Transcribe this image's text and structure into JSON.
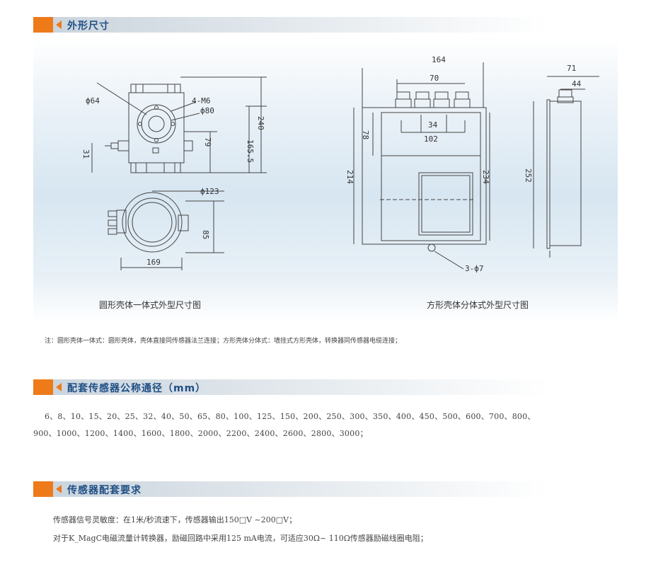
{
  "sections": {
    "dimensions_title": "外形尺寸",
    "diameter_title": "配套传感器公称通径（mm）",
    "requirements_title": "传感器配套要求"
  },
  "drawing": {
    "round": {
      "labels": {
        "d64": "ф64",
        "m6": "4-M6",
        "d80": "ф80",
        "h1655": "165.5",
        "h240": "240",
        "h79": "79",
        "h31": "31",
        "d123": "ф123",
        "h85": "85",
        "w169": "169"
      },
      "caption": "圆形壳体一体式外型尺寸图"
    },
    "square": {
      "labels": {
        "w164": "164",
        "w70": "70",
        "w34": "34",
        "w102": "102",
        "h78": "78",
        "h214": "214",
        "h234": "234",
        "h252": "252",
        "w71": "71",
        "w44": "44",
        "holes": "3-ф7"
      },
      "caption": "方形壳体分体式外型尺寸图"
    }
  },
  "note": "注：圆形壳体一体式：圆形壳体，壳体直接同传感器法兰连接；方形壳体分体式：墙挂式方形壳体，转换器同传感器电缆连接；",
  "diameters": {
    "line1": "6、8、10、15、20、25、32、40、50、65、80、100、125、150、200、250、300、350、400、450、500、600、700、800、",
    "line2": "900、1000、1200、1400、1600、1800、2000、2200、2400、2600、2800、3000；"
  },
  "requirements": {
    "line1": "传感器信号灵敏度：在1米/秒流速下，传感器输出150□V ~200□V；",
    "line2": "对于K_MagC电磁流量计转换器，励磁回路中采用125 mA电流，可适应30Ω~ 110Ω传感器励磁线圈电阻；"
  },
  "colors": {
    "accent": "#ee7a1a",
    "title_blue": "#1f4f86"
  }
}
